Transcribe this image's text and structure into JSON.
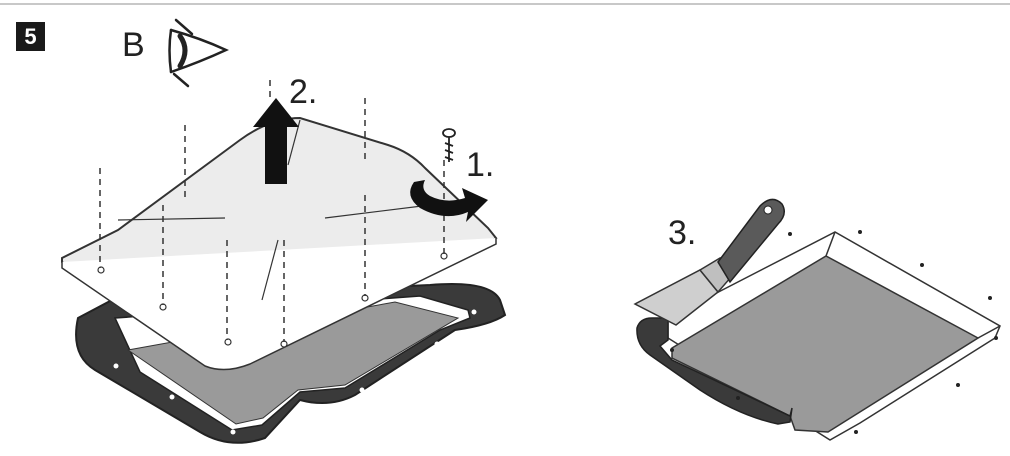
{
  "header": {
    "step_number": "5",
    "view_letter": "B"
  },
  "steps": {
    "step1": "1.",
    "step2": "2.",
    "step3": "3."
  },
  "colors": {
    "line": "#333333",
    "panel_fill": "#ececec",
    "gasket": "#3a3a3a",
    "floor_fill": "#9a9a9a",
    "handle": "#5a5a5a"
  },
  "icons": {
    "view": "eye-icon",
    "lift_arrow": "arrow-up-icon",
    "rotate_arrow": "rotate-arrow-icon",
    "screw": "screw-icon",
    "scraper": "scraper-tool-icon"
  }
}
